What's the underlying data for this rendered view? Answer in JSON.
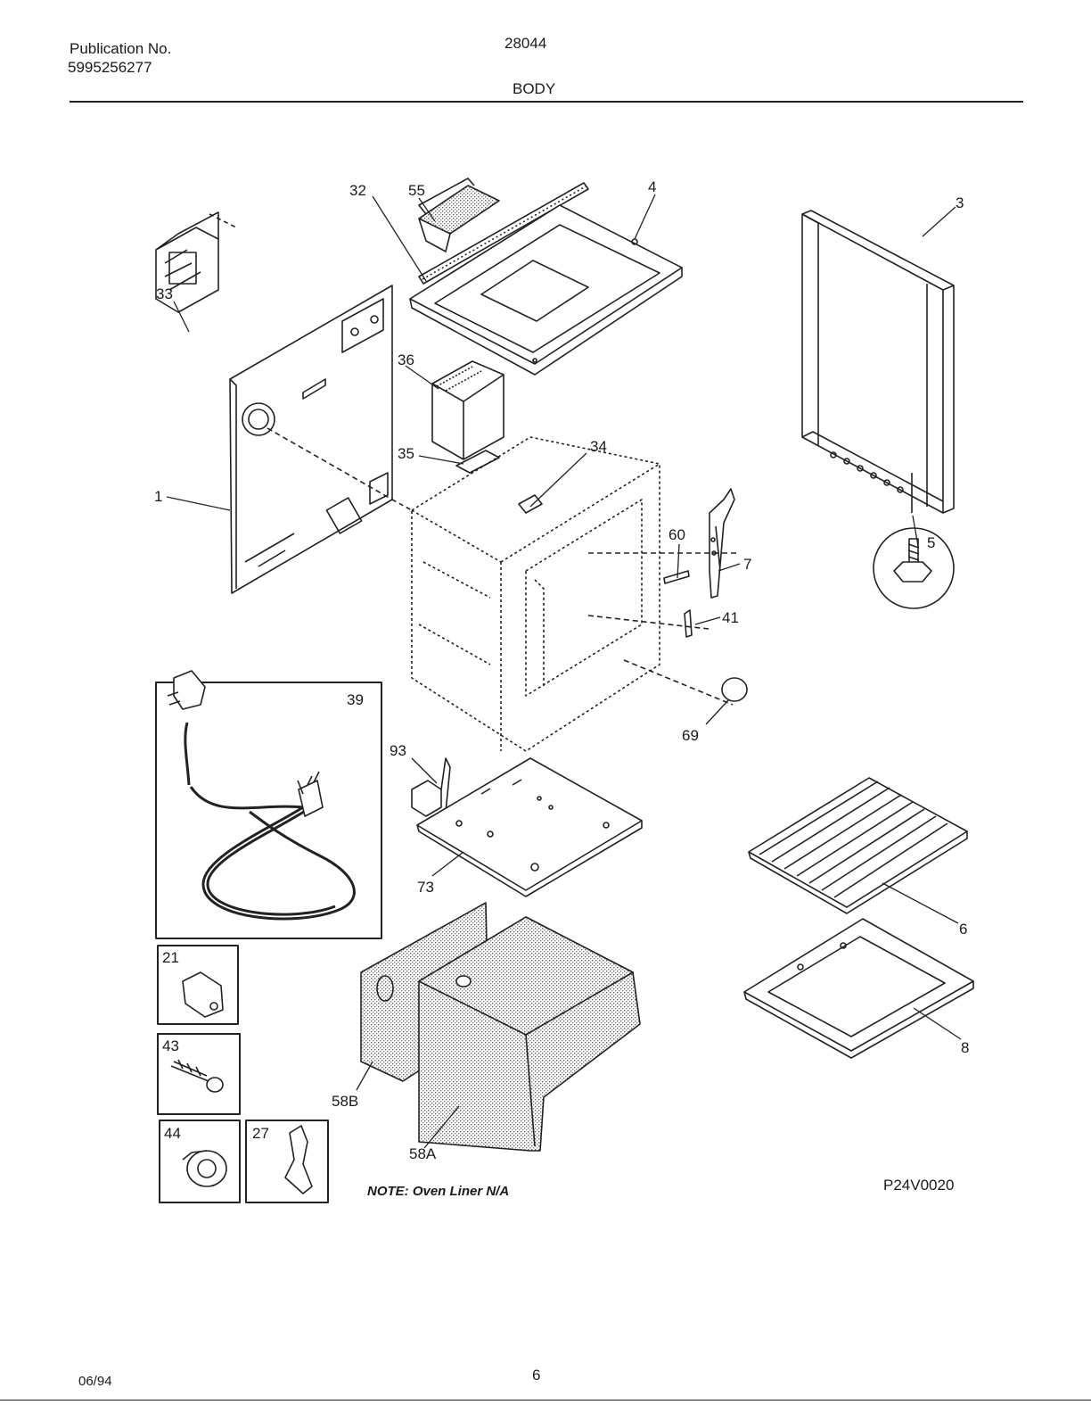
{
  "header": {
    "publication_label": "Publication No.",
    "publication_number": "5995256277",
    "model": "28044",
    "section": "BODY"
  },
  "parts": {
    "p1": "1",
    "p3": "3",
    "p4": "4",
    "p5": "5",
    "p6": "6",
    "p7": "7",
    "p8": "8",
    "p21": "21",
    "p27": "27",
    "p32": "32",
    "p33": "33",
    "p34": "34",
    "p35": "35",
    "p36": "36",
    "p39": "39",
    "p41": "41",
    "p43": "43",
    "p44": "44",
    "p55": "55",
    "p58a": "58A",
    "p58b": "58B",
    "p60": "60",
    "p69": "69",
    "p73": "73",
    "p93": "93"
  },
  "note": "NOTE: Oven Liner N/A",
  "drawing_id": "P24V0020",
  "footer": {
    "date": "06/94",
    "page": "6"
  }
}
